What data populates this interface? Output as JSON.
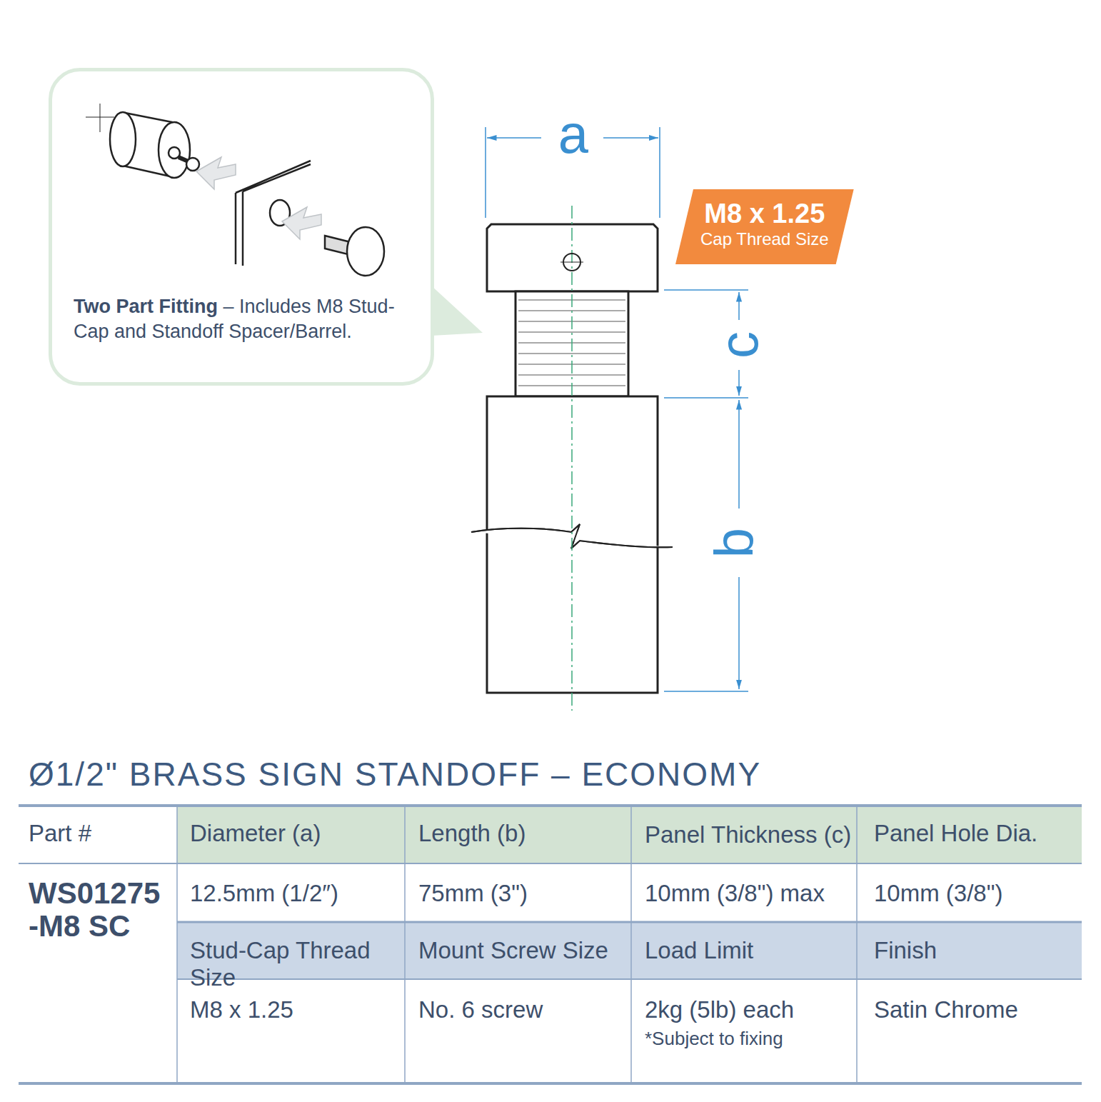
{
  "diagram": {
    "title": "Ø1/2\" BRASS SIGN STANDOFF – ECONOMY",
    "nodes": [
      {
        "text": [
          "Two Part Fitting",
          "– Includes M8 Stud-Cap and Standoff Spacer/Barrel."
        ]
      },
      {
        "text": [
          "M8 x 1.25",
          "Cap Thread Size"
        ]
      }
    ],
    "labels": [
      "a",
      "c",
      "b",
      "Part #",
      "Diameter (a)",
      "Length (b)",
      "Panel Thickness (c)",
      "Panel Hole Dia.",
      "WS01275 -M8 SC",
      "12.5mm (1/2″)",
      "75mm (3\")",
      "10mm (3/8\") max",
      "10mm (3/8\")",
      "Stud-Cap Thread Size",
      "Mount Screw Size",
      "Load Limit",
      "Finish",
      "M8 x 1.25",
      "No. 6 screw",
      "2kg (5lb) each",
      "*Subject to fixing",
      "Satin Chrome"
    ]
  }
}
